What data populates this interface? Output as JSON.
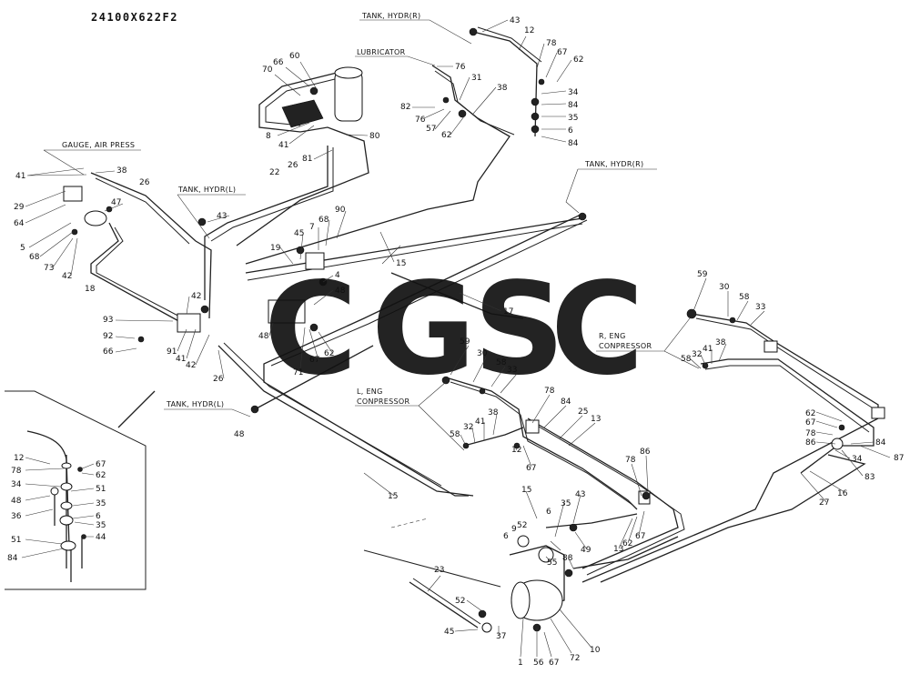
{
  "title": "24100X622F2",
  "captions": {
    "tank_hydr_r_top": "TANK, HYDR(R)",
    "tank_hydr_r_mid": "TANK, HYDR(R)",
    "tank_hydr_l_top": "TANK, HYDR(L)",
    "tank_hydr_l_bot": "TANK, HYDR(L)",
    "lubricator": "LUBRICATOR",
    "gauge_air_press": "GAUGE, AIR PRESS",
    "l_eng_compressor_1": "L, ENG",
    "l_eng_compressor_2": "CONPRESSOR",
    "r_eng_compressor_1": "R, ENG",
    "r_eng_compressor_2": "CONPRESSOR"
  },
  "watermark": {
    "letters": [
      "C",
      "G",
      "S",
      "C"
    ],
    "colors": [
      "#4d8ff0",
      "#ef6b6b",
      "#f5cf4b",
      "#3faa78"
    ]
  },
  "callouts": {
    "c43a": "43",
    "c12a": "12",
    "c78a": "78",
    "c67a": "67",
    "c62a": "62",
    "c34a": "34",
    "c84a": "84",
    "c35a": "35",
    "c6a": "6",
    "c84b": "84",
    "c76a": "76",
    "c31": "31",
    "c38a": "38",
    "c82": "82",
    "c76b": "76",
    "c57a": "57",
    "c62b": "62",
    "c66a": "66",
    "c60": "60",
    "c70": "70",
    "c8a": "8",
    "c41a": "41",
    "c80": "80",
    "c81": "81",
    "c26a": "26",
    "c22": "22",
    "c41b": "41",
    "c38b": "38",
    "c29": "29",
    "c64": "64",
    "c5a": "5",
    "c68a": "68",
    "c73": "73",
    "c42a": "42",
    "c47": "47",
    "c26b": "26",
    "c18": "18",
    "c43b": "43",
    "c90": "90",
    "c68b": "68",
    "c7a": "7",
    "c45a": "45",
    "c19": "19",
    "c15a": "15",
    "c4": "4",
    "c48a": "48",
    "c42b": "42",
    "c93": "93",
    "c92": "92",
    "c66b": "66",
    "c91": "91",
    "c41c": "41",
    "c42c": "42",
    "c26c": "26",
    "c48b": "48",
    "c71": "71",
    "c67b": "67",
    "c62c": "62",
    "c17": "17",
    "c48c": "48",
    "c59a": "59",
    "c30a": "30",
    "c58a": "58",
    "c33a": "33",
    "c58b": "58",
    "c32a": "32",
    "c41d": "41",
    "c38c": "38",
    "c59b": "59",
    "c30b": "30",
    "c58c": "58",
    "c33b": "33",
    "c58d": "58",
    "c32b": "32",
    "c41e": "41",
    "c38d": "38",
    "c78b": "78",
    "c84c": "84",
    "c25": "25",
    "c13a": "13",
    "c12b": "12",
    "c67c": "67",
    "c62d": "62",
    "c67d": "67",
    "c78c": "78",
    "c86a": "86",
    "c87": "87",
    "c84d": "84",
    "c83": "83",
    "c34b": "34",
    "c16": "16",
    "c27": "27",
    "c78d": "78",
    "c86b": "86",
    "c15b": "15",
    "c15c": "15",
    "c35b": "35",
    "c43c": "43",
    "c9": "9",
    "c52a": "52",
    "c6b": "6",
    "c6c": "6",
    "c49": "49",
    "c13b": "13",
    "c62e": "62",
    "c67e": "67",
    "c88": "88",
    "c55": "55",
    "c23": "23",
    "c52b": "52",
    "c45b": "45",
    "c37": "37",
    "c1": "1",
    "c56": "56",
    "c67f": "67",
    "c72": "72",
    "c10": "10",
    "c12c": "12",
    "c78e": "78",
    "c34c": "34",
    "c48d": "48",
    "c36": "36",
    "c67g": "67",
    "c62f": "62",
    "c51a": "51",
    "c35c": "35",
    "c6d": "6",
    "c35d": "35",
    "c51b": "51",
    "c44": "44",
    "c84e": "84"
  }
}
